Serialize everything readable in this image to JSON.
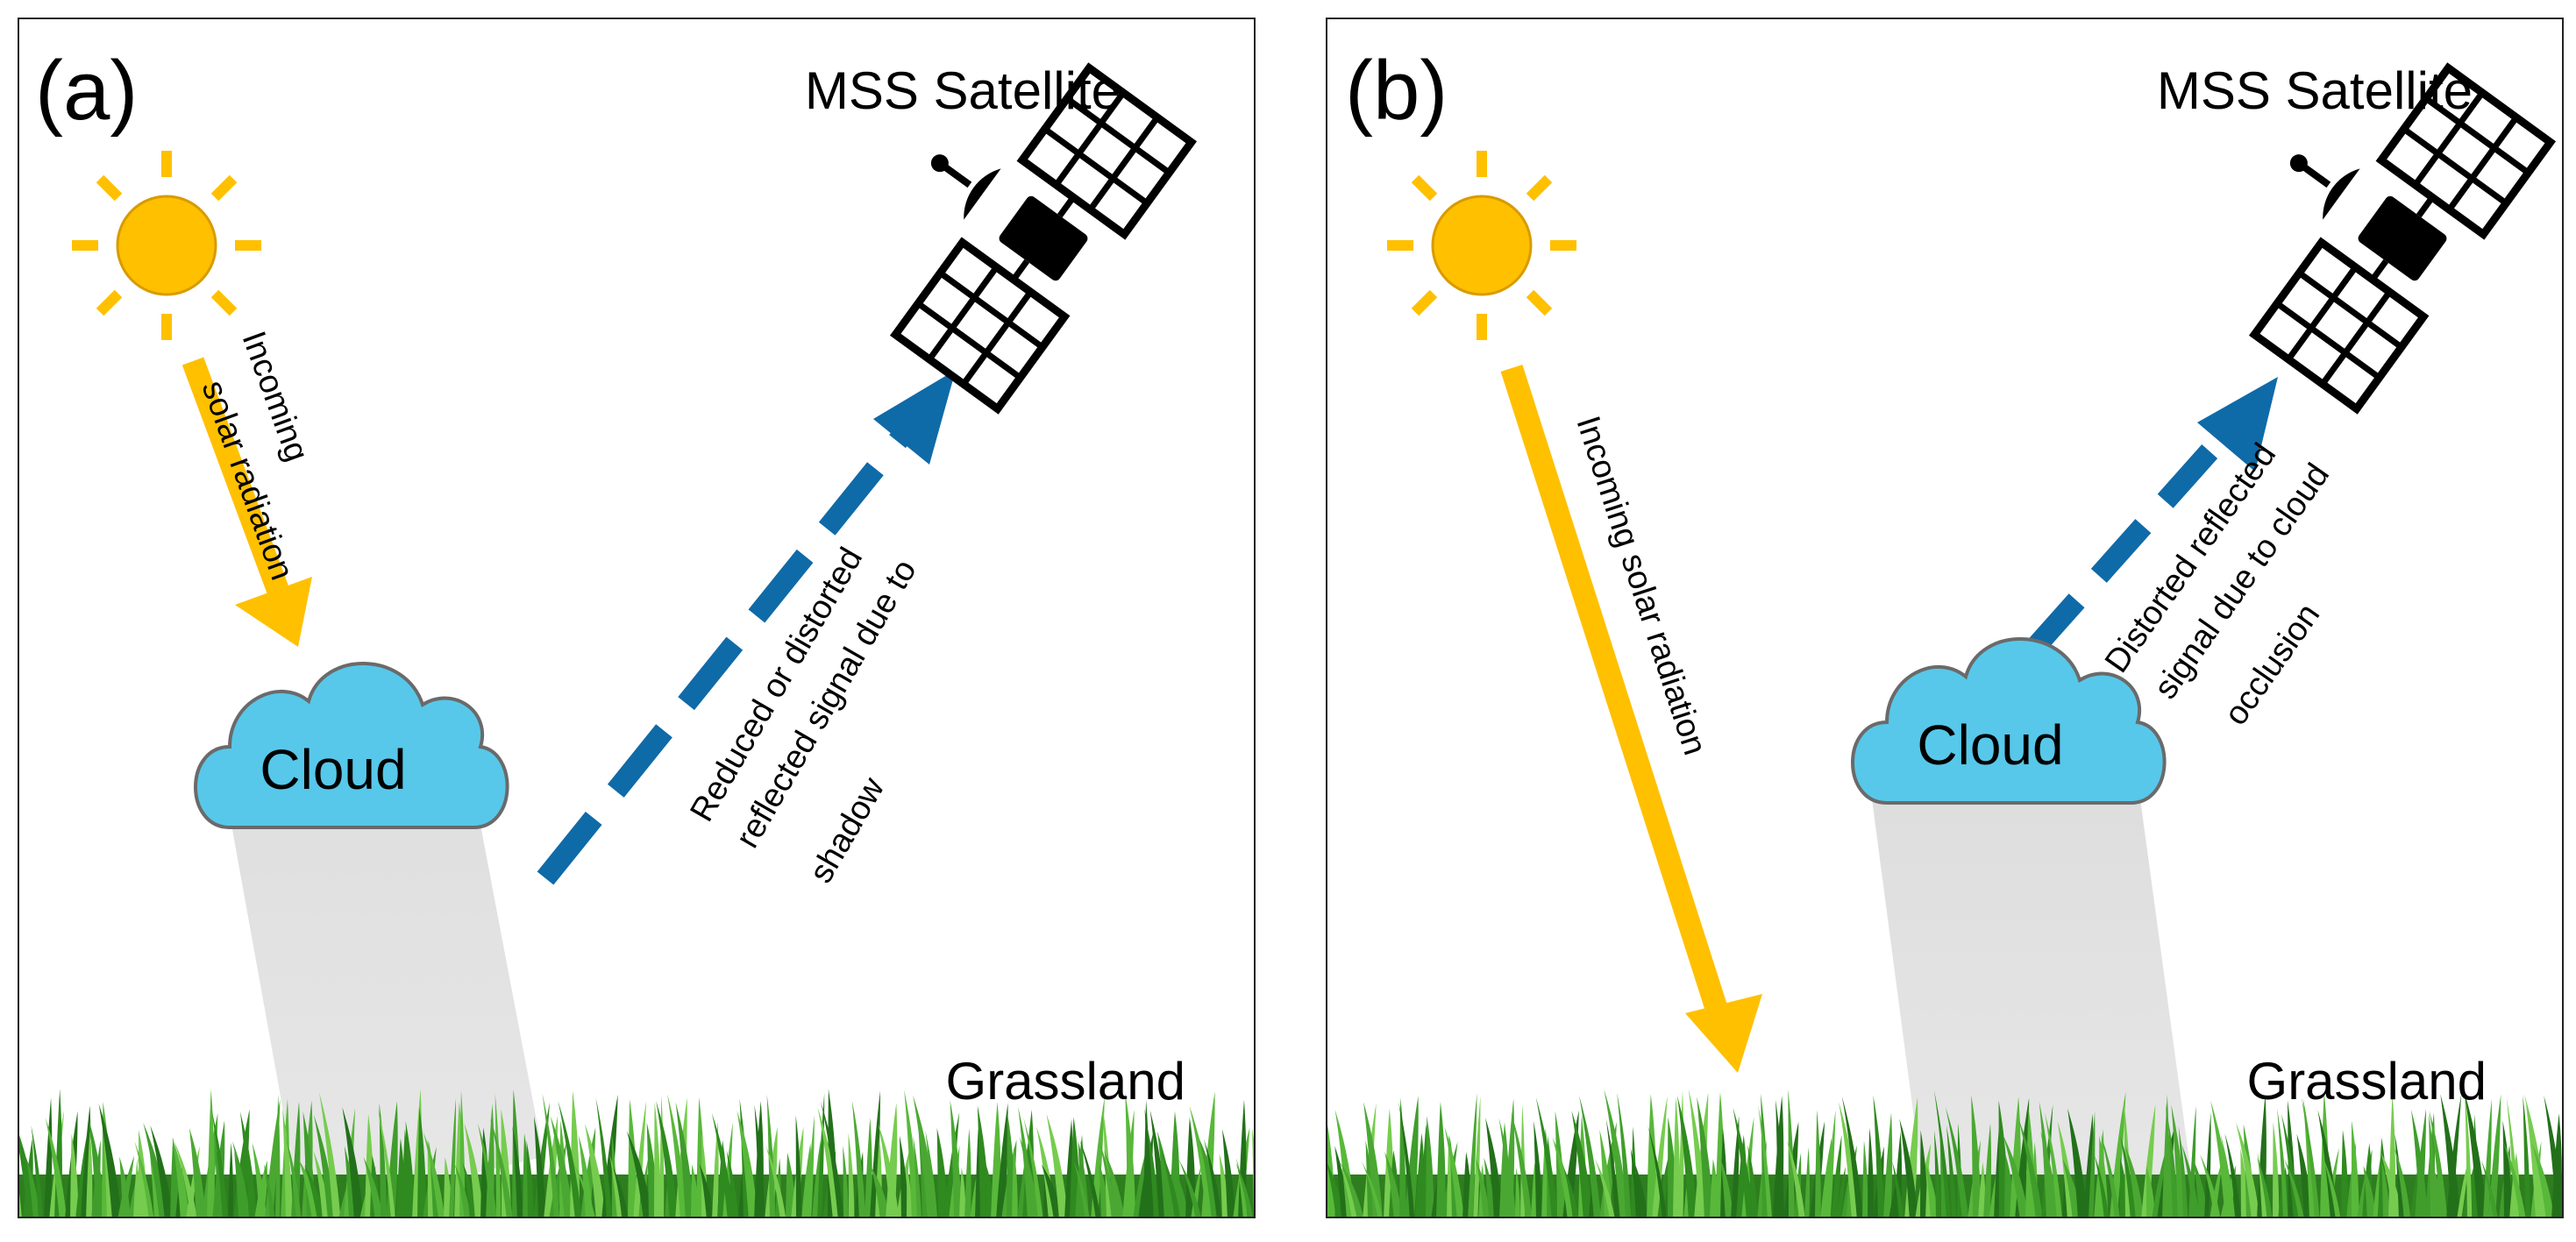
{
  "panels": [
    {
      "id": "a",
      "label": "(a)",
      "satellite_label": "MSS Satellite",
      "incoming_label_line1": "Incoming",
      "incoming_label_line2": "solar radiation",
      "cloud_label": "Cloud",
      "reflected_label_line1": "Reduced or distorted",
      "reflected_label_line2": "reflected signal due to",
      "reflected_label_line3": "shadow",
      "ground_label": "Grassland"
    },
    {
      "id": "b",
      "label": "(b)",
      "satellite_label": "MSS Satellite",
      "incoming_label": "Incoming solar radiation",
      "cloud_label": "Cloud",
      "reflected_label_line1": "Distorted reflected",
      "reflected_label_line2": "signal due to cloud",
      "reflected_label_line3": "occlusion",
      "ground_label": "Grassland"
    }
  ],
  "colors": {
    "sun": "#ffc000",
    "incoming_arrow": "#ffc000",
    "reflected_arrow": "#0f6aa8",
    "cloud_fill": "#57c8ea",
    "shadow": "#d9d9d9",
    "grass": "#3f9d2b",
    "frame": "#222222"
  },
  "icons": [
    "sun-icon",
    "satellite-icon",
    "cloud-icon",
    "grass-illustration"
  ]
}
